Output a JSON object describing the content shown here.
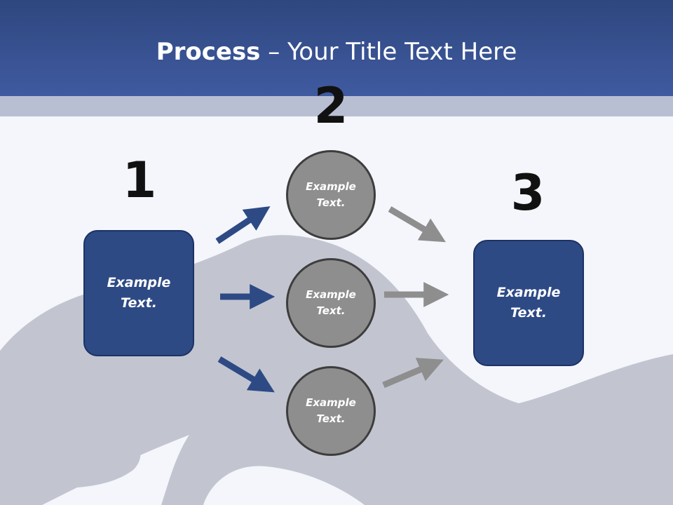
{
  "slide": {
    "title_bold": "Process",
    "title_rest": " – Your Title Text Here"
  },
  "steps": {
    "step1": {
      "number": "1",
      "text": "Example\nText."
    },
    "step2": {
      "number": "2",
      "circles": [
        {
          "text": "Example\nText."
        },
        {
          "text": "Example\nText."
        },
        {
          "text": "Example\nText."
        }
      ]
    },
    "step3": {
      "number": "3",
      "text": "Example\nText."
    }
  },
  "colors": {
    "header": "#3f5aa0",
    "box_fill": "#2e4a85",
    "circle_fill": "#8e8e8e",
    "arrow_blue": "#2e4a85",
    "arrow_gray": "#8e8e8e"
  }
}
